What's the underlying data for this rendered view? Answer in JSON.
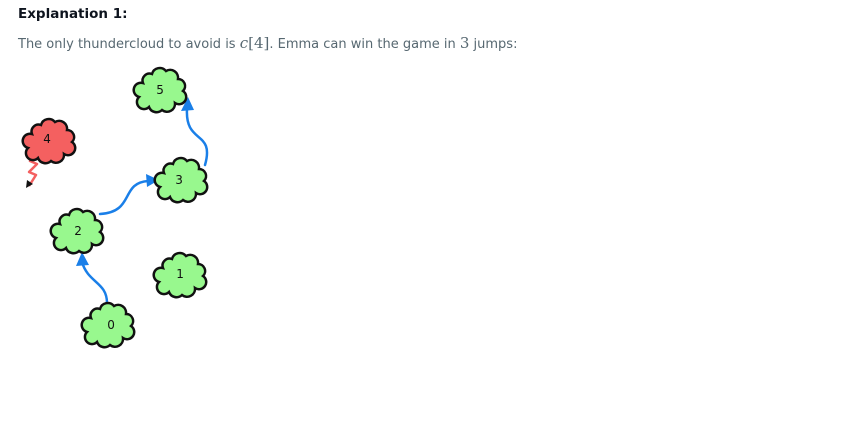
{
  "explanation": {
    "heading": "Explanation 1:",
    "text_before": "The only thundercloud to avoid is ",
    "math_c_var": "c",
    "math_c_bracket": "[4]",
    "text_middle": ". Emma can win the game in ",
    "math_jumps": "3",
    "text_after": " jumps:"
  },
  "diagram": {
    "clouds": [
      {
        "label": "0",
        "type": "cumulus"
      },
      {
        "label": "1",
        "type": "cumulus"
      },
      {
        "label": "2",
        "type": "cumulus"
      },
      {
        "label": "3",
        "type": "cumulus"
      },
      {
        "label": "4",
        "type": "thundercloud"
      },
      {
        "label": "5",
        "type": "cumulus"
      }
    ],
    "jumps": [
      {
        "from": "0",
        "to": "2"
      },
      {
        "from": "2",
        "to": "3"
      },
      {
        "from": "3",
        "to": "5"
      }
    ],
    "colors": {
      "cumulus": "#98f88e",
      "thundercloud": "#f46060",
      "outline": "#111111",
      "arrow": "#1a7fe8"
    }
  }
}
